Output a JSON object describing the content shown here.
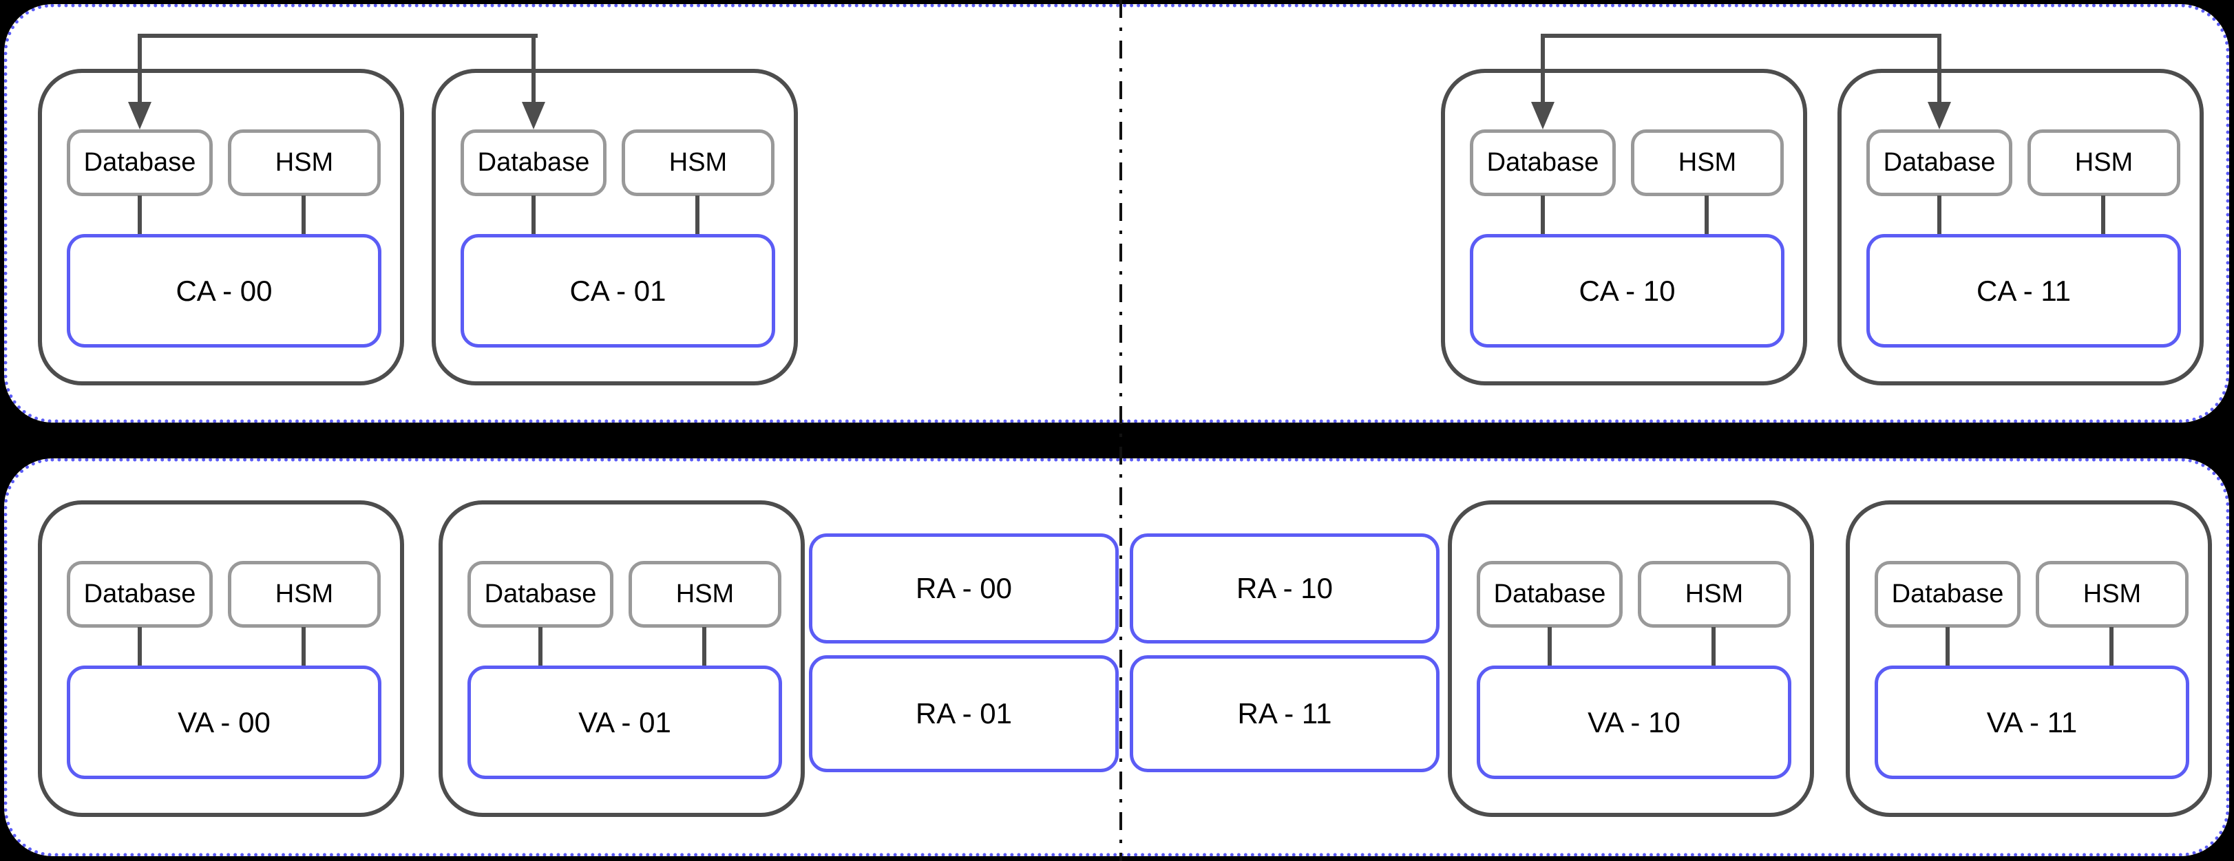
{
  "diagram": {
    "description": "PKI architecture diagram: CA layer (top) and VA/RA layer (bottom), split into two sites by a dash-dot divider"
  },
  "colors": {
    "background": "#000000",
    "panel_fill": "#ffffff",
    "selection_dotted_border": "#5b5cf5",
    "group_border": "#4d4d4d",
    "component_border": "#999999",
    "accent_node_border": "#5b5cf5",
    "connector": "#4d4d4d",
    "divider": "#111111"
  },
  "ca_groups": [
    {
      "label": "CA - 00",
      "db_label": "Database",
      "hsm_label": "HSM"
    },
    {
      "label": "CA - 01",
      "db_label": "Database",
      "hsm_label": "HSM"
    },
    {
      "label": "CA - 10",
      "db_label": "Database",
      "hsm_label": "HSM"
    },
    {
      "label": "CA - 11",
      "db_label": "Database",
      "hsm_label": "HSM"
    }
  ],
  "va_groups": [
    {
      "label": "VA - 00",
      "db_label": "Database",
      "hsm_label": "HSM"
    },
    {
      "label": "VA - 01",
      "db_label": "Database",
      "hsm_label": "HSM"
    },
    {
      "label": "VA - 10",
      "db_label": "Database",
      "hsm_label": "HSM"
    },
    {
      "label": "VA - 11",
      "db_label": "Database",
      "hsm_label": "HSM"
    }
  ],
  "ra_nodes": [
    {
      "label": "RA - 00"
    },
    {
      "label": "RA - 10"
    },
    {
      "label": "RA - 01"
    },
    {
      "label": "RA - 11"
    }
  ]
}
